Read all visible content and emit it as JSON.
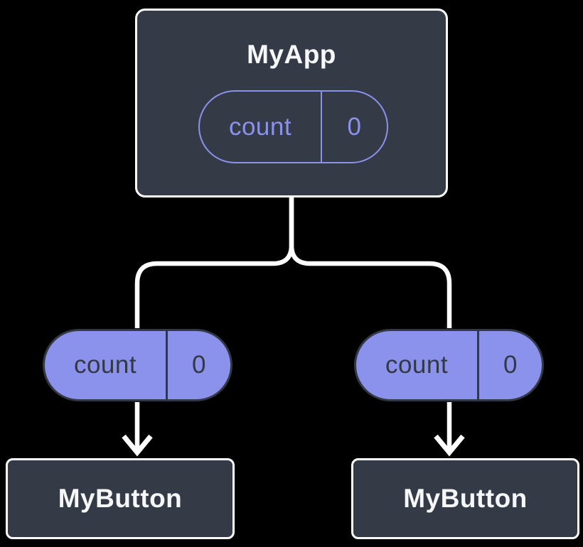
{
  "colors": {
    "background": "#000000",
    "node_fill": "#343A46",
    "node_border": "#FFFFFF",
    "node_text": "#F6F7F9",
    "accent_purple": "#8A92EB",
    "pill_dark": "#333944",
    "connector_white": "#FFFFFF"
  },
  "tree": {
    "parent": {
      "name": "MyApp",
      "state_pill": {
        "label": "count",
        "value": "0"
      }
    },
    "left_branch": {
      "prop_pill": {
        "label": "count",
        "value": "0"
      },
      "child": {
        "name": "MyButton"
      }
    },
    "right_branch": {
      "prop_pill": {
        "label": "count",
        "value": "0"
      },
      "child": {
        "name": "MyButton"
      }
    }
  }
}
